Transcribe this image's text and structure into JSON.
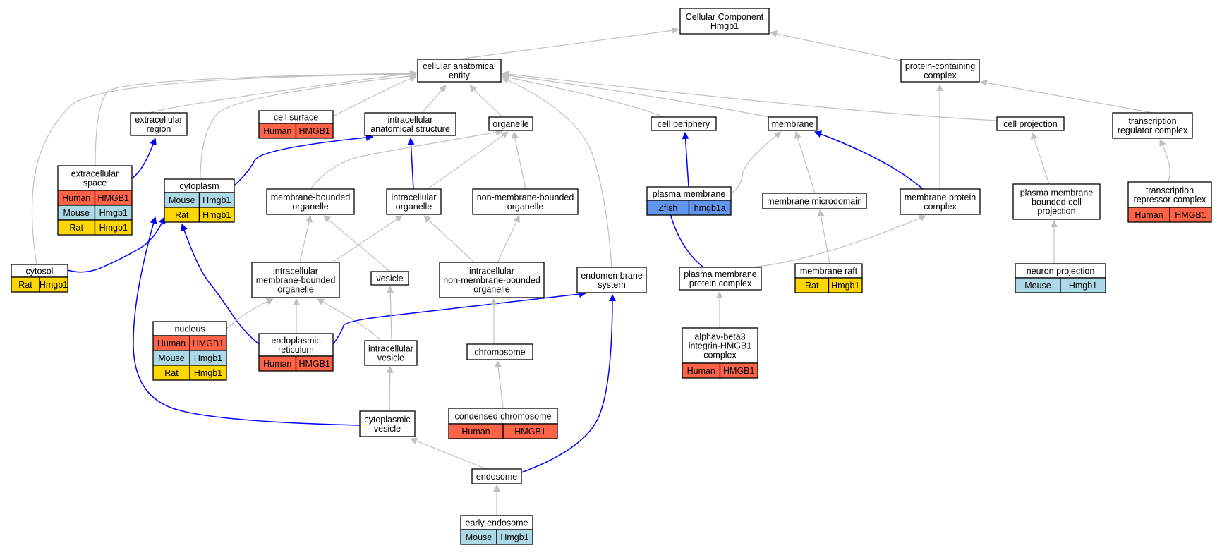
{
  "colors": {
    "human": "#ff6347",
    "mouse": "#add8e6",
    "rat": "#ffd700",
    "zfish": "#6495ed",
    "edge_is_a": "#c0c0c0",
    "edge_part_of": "#0000ff"
  },
  "nodes": [
    {
      "id": "cc",
      "lines": [
        "Cellular Component",
        "Hmgb1"
      ]
    },
    {
      "id": "cae",
      "lines": [
        "cellular anatomical",
        "entity"
      ]
    },
    {
      "id": "pcc",
      "lines": [
        "protein-containing",
        "complex"
      ]
    },
    {
      "id": "er",
      "lines": [
        "extracellular",
        "region"
      ]
    },
    {
      "id": "cs",
      "lines": [
        "cell surface"
      ],
      "rows": [
        {
          "species": "Human",
          "gene": "HMGB1"
        }
      ]
    },
    {
      "id": "ias",
      "lines": [
        "intracellular",
        "anatomical structure"
      ]
    },
    {
      "id": "org",
      "lines": [
        "organelle"
      ]
    },
    {
      "id": "cp",
      "lines": [
        "cell periphery"
      ]
    },
    {
      "id": "mem",
      "lines": [
        "membrane"
      ]
    },
    {
      "id": "cproj",
      "lines": [
        "cell projection"
      ]
    },
    {
      "id": "trc",
      "lines": [
        "transcription",
        "regulator complex"
      ]
    },
    {
      "id": "es",
      "lines": [
        "extracellular",
        "space"
      ],
      "rows": [
        {
          "species": "Human",
          "gene": "HMGB1"
        },
        {
          "species": "Mouse",
          "gene": "Hmgb1"
        },
        {
          "species": "Rat",
          "gene": "Hmgb1"
        }
      ]
    },
    {
      "id": "cyto",
      "lines": [
        "cytoplasm"
      ],
      "rows": [
        {
          "species": "Mouse",
          "gene": "Hmgb1"
        },
        {
          "species": "Rat",
          "gene": "Hmgb1"
        }
      ]
    },
    {
      "id": "mbo",
      "lines": [
        "membrane-bounded",
        "organelle"
      ]
    },
    {
      "id": "io",
      "lines": [
        "intracellular",
        "organelle"
      ]
    },
    {
      "id": "nmbo",
      "lines": [
        "non-membrane-bounded",
        "organelle"
      ]
    },
    {
      "id": "pm",
      "lines": [
        "plasma membrane"
      ],
      "rows": [
        {
          "species": "Zfish",
          "gene": "hmgb1a"
        }
      ]
    },
    {
      "id": "mmd",
      "lines": [
        "membrane microdomain"
      ]
    },
    {
      "id": "mpc",
      "lines": [
        "membrane protein",
        "complex"
      ]
    },
    {
      "id": "pmbcp",
      "lines": [
        "plasma membrane",
        "bounded cell",
        "projection"
      ]
    },
    {
      "id": "trepc",
      "lines": [
        "transcription",
        "repressor complex"
      ],
      "rows": [
        {
          "species": "Human",
          "gene": "HMGB1"
        }
      ]
    },
    {
      "id": "cytosol",
      "lines": [
        "cytosol"
      ],
      "rows": [
        {
          "species": "Rat",
          "gene": "Hmgb1"
        }
      ]
    },
    {
      "id": "imbo",
      "lines": [
        "intracellular",
        "membrane-bounded",
        "organelle"
      ]
    },
    {
      "id": "ves",
      "lines": [
        "vesicle"
      ]
    },
    {
      "id": "inmbo",
      "lines": [
        "intracellular",
        "non-membrane-bounded",
        "organelle"
      ]
    },
    {
      "id": "ems",
      "lines": [
        "endomembrane",
        "system"
      ]
    },
    {
      "id": "pmpc",
      "lines": [
        "plasma membrane",
        "protein complex"
      ]
    },
    {
      "id": "mraft",
      "lines": [
        "membrane raft"
      ],
      "rows": [
        {
          "species": "Rat",
          "gene": "Hmgb1"
        }
      ]
    },
    {
      "id": "nproj",
      "lines": [
        "neuron projection"
      ],
      "rows": [
        {
          "species": "Mouse",
          "gene": "Hmgb1"
        }
      ]
    },
    {
      "id": "nuc",
      "lines": [
        "nucleus"
      ],
      "rows": [
        {
          "species": "Human",
          "gene": "HMGB1"
        },
        {
          "species": "Mouse",
          "gene": "Hmgb1"
        },
        {
          "species": "Rat",
          "gene": "Hmgb1"
        }
      ]
    },
    {
      "id": "endo",
      "lines": [
        "endoplasmic",
        "reticulum"
      ],
      "rows": [
        {
          "species": "Human",
          "gene": "HMGB1"
        }
      ]
    },
    {
      "id": "iv",
      "lines": [
        "intracellular",
        "vesicle"
      ]
    },
    {
      "id": "chrom",
      "lines": [
        "chromosome"
      ]
    },
    {
      "id": "ab3",
      "lines": [
        "alphav-beta3",
        "integrin-HMGB1",
        "complex"
      ],
      "rows": [
        {
          "species": "Human",
          "gene": "HMGB1"
        }
      ]
    },
    {
      "id": "cv",
      "lines": [
        "cytoplasmic",
        "vesicle"
      ]
    },
    {
      "id": "cchrom",
      "lines": [
        "condensed chromosome"
      ],
      "rows": [
        {
          "species": "Human",
          "gene": "HMGB1"
        }
      ]
    },
    {
      "id": "endos",
      "lines": [
        "endosome"
      ]
    },
    {
      "id": "eendo",
      "lines": [
        "early endosome"
      ],
      "rows": [
        {
          "species": "Mouse",
          "gene": "Hmgb1"
        }
      ]
    }
  ],
  "edges": [
    {
      "from": "cae",
      "to": "cc",
      "type": "is_a"
    },
    {
      "from": "pcc",
      "to": "cc",
      "type": "is_a"
    },
    {
      "from": "er",
      "to": "cae",
      "type": "is_a"
    },
    {
      "from": "cs",
      "to": "cae",
      "type": "is_a"
    },
    {
      "from": "ias",
      "to": "cae",
      "type": "is_a"
    },
    {
      "from": "org",
      "to": "cae",
      "type": "is_a"
    },
    {
      "from": "cp",
      "to": "cae",
      "type": "is_a"
    },
    {
      "from": "mem",
      "to": "cae",
      "type": "is_a"
    },
    {
      "from": "cproj",
      "to": "cae",
      "type": "is_a"
    },
    {
      "from": "es",
      "to": "cae",
      "type": "is_a"
    },
    {
      "from": "cyto",
      "to": "cae",
      "type": "is_a"
    },
    {
      "from": "cytosol",
      "to": "cae",
      "type": "is_a"
    },
    {
      "from": "ems",
      "to": "cae",
      "type": "is_a"
    },
    {
      "from": "trc",
      "to": "pcc",
      "type": "is_a"
    },
    {
      "from": "mpc",
      "to": "pcc",
      "type": "is_a"
    },
    {
      "from": "trepc",
      "to": "trc",
      "type": "is_a"
    },
    {
      "from": "es",
      "to": "er",
      "type": "part_of"
    },
    {
      "from": "cyto",
      "to": "ias",
      "type": "part_of"
    },
    {
      "from": "io",
      "to": "ias",
      "type": "part_of"
    },
    {
      "from": "mbo",
      "to": "org",
      "type": "is_a"
    },
    {
      "from": "io",
      "to": "org",
      "type": "is_a"
    },
    {
      "from": "nmbo",
      "to": "org",
      "type": "is_a"
    },
    {
      "from": "pm",
      "to": "cp",
      "type": "part_of"
    },
    {
      "from": "pm",
      "to": "mem",
      "type": "is_a"
    },
    {
      "from": "mmd",
      "to": "mem",
      "type": "is_a"
    },
    {
      "from": "mpc",
      "to": "mem",
      "type": "part_of"
    },
    {
      "from": "pmbcp",
      "to": "cproj",
      "type": "is_a"
    },
    {
      "from": "nproj",
      "to": "pmbcp",
      "type": "is_a"
    },
    {
      "from": "mraft",
      "to": "mmd",
      "type": "is_a"
    },
    {
      "from": "pmpc",
      "to": "pm",
      "type": "part_of"
    },
    {
      "from": "pmpc",
      "to": "mpc",
      "type": "is_a"
    },
    {
      "from": "ab3",
      "to": "pmpc",
      "type": "is_a"
    },
    {
      "from": "imbo",
      "to": "mbo",
      "type": "is_a"
    },
    {
      "from": "imbo",
      "to": "io",
      "type": "is_a"
    },
    {
      "from": "ves",
      "to": "mbo",
      "type": "is_a"
    },
    {
      "from": "inmbo",
      "to": "io",
      "type": "is_a"
    },
    {
      "from": "inmbo",
      "to": "nmbo",
      "type": "is_a"
    },
    {
      "from": "cytosol",
      "to": "cyto",
      "type": "part_of"
    },
    {
      "from": "endo",
      "to": "cyto",
      "type": "part_of"
    },
    {
      "from": "cv",
      "to": "cyto",
      "type": "part_of"
    },
    {
      "from": "nuc",
      "to": "imbo",
      "type": "is_a"
    },
    {
      "from": "endo",
      "to": "imbo",
      "type": "is_a"
    },
    {
      "from": "iv",
      "to": "imbo",
      "type": "is_a"
    },
    {
      "from": "endo",
      "to": "ems",
      "type": "part_of"
    },
    {
      "from": "endos",
      "to": "ems",
      "type": "part_of"
    },
    {
      "from": "iv",
      "to": "ves",
      "type": "is_a"
    },
    {
      "from": "cv",
      "to": "iv",
      "type": "is_a"
    },
    {
      "from": "chrom",
      "to": "inmbo",
      "type": "is_a"
    },
    {
      "from": "cchrom",
      "to": "chrom",
      "type": "is_a"
    },
    {
      "from": "endos",
      "to": "cv",
      "type": "is_a"
    },
    {
      "from": "eendo",
      "to": "endos",
      "type": "is_a"
    }
  ]
}
